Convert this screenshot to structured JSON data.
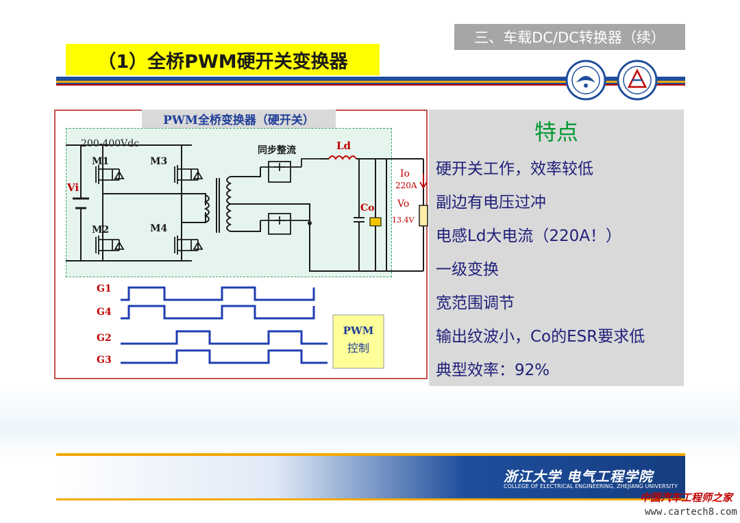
{
  "header": {
    "section_tag": "三、车载DC/DC转换器（续）",
    "title": "（1）全桥PWM硬开关变换器"
  },
  "figure": {
    "title": "PWM全桥变换器（硬开关）",
    "input_voltage": "200-400Vdc",
    "source_label": "Vi",
    "switches": [
      "M1",
      "M3",
      "M2",
      "M4"
    ],
    "rectifier_label": "同步整流",
    "inductor_label": "Ld",
    "capacitor_label": "Co",
    "output_current_label": "Io",
    "output_current_value": "220A",
    "output_voltage_label": "Vo",
    "output_voltage_value": "13.4V",
    "gate_signals": [
      "G1",
      "G4",
      "G2",
      "G3"
    ],
    "pwm_block": [
      "PWM",
      "控制"
    ]
  },
  "features": {
    "heading": "特点",
    "items": [
      "硬开关工作，效率较低",
      "副边有电压过冲",
      "电感Ld大电流（220A！）",
      "一级变换",
      "宽范围调节",
      "输出纹波小，Co的ESR要求低",
      "典型效率：92%"
    ]
  },
  "footer": {
    "brand": "浙江大学 电气工程学院",
    "subtitle": "COLLEGE OF ELECTRICAL ENGINEERING, ZHEJIANG UNIVERSITY",
    "watermark_cn": "中国汽车工程师之家",
    "watermark_url": "www.cartech8.com"
  },
  "colors": {
    "title_bg": "#ffff00",
    "tag_bg": "#a6a6a6",
    "feature_heading": "#009933",
    "feature_text": "#1f1f7a",
    "accent_blue": "#1f4e9c",
    "accent_gold": "#f2a900",
    "frame_red": "#c0504d"
  }
}
